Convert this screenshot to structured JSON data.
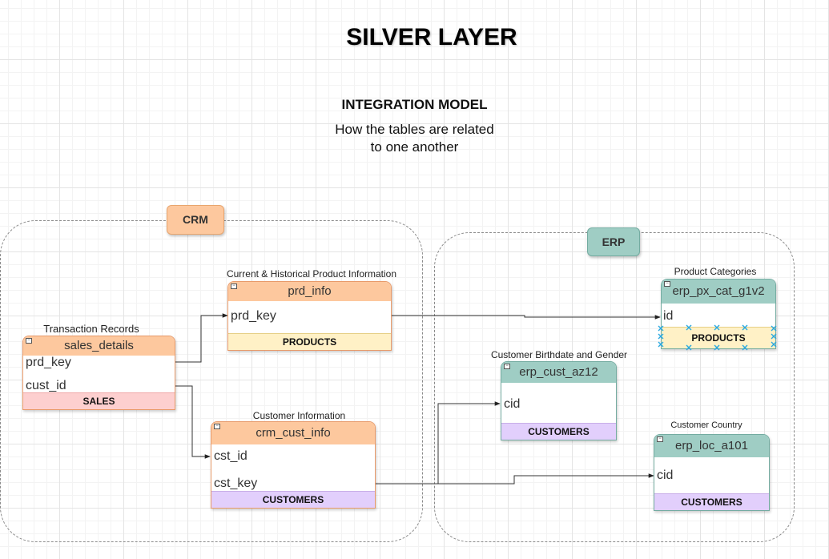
{
  "title": "SILVER LAYER",
  "subtitle": "INTEGRATION MODEL",
  "description_lines": [
    "How the tables are related",
    "to one another"
  ],
  "groups": {
    "crm": "CRM",
    "erp": "ERP"
  },
  "colors": {
    "crm_header": "#fdc89e",
    "erp_header": "#9fcdc4",
    "sales_footer": "#fdcfcf",
    "products_footer": "#fff1c6",
    "customers_footer": "#e2cffc"
  },
  "tables": {
    "sales_details": {
      "caption": "Transaction Records",
      "name": "sales_details",
      "fields": [
        "prd_key",
        "cust_id"
      ],
      "footer": "SALES"
    },
    "prd_info": {
      "caption": "Current & Historical Product Information",
      "name": "prd_info",
      "fields": [
        "prd_key"
      ],
      "footer": "PRODUCTS"
    },
    "crm_cust_info": {
      "caption": "Customer Information",
      "name": "crm_cust_info",
      "fields": [
        "cst_id",
        "cst_key"
      ],
      "footer": "CUSTOMERS"
    },
    "erp_px_cat_g1v2": {
      "caption": "Product Categories",
      "name": "erp_px_cat_g1v2",
      "fields": [
        "id"
      ],
      "footer": "PRODUCTS"
    },
    "erp_cust_az12": {
      "caption": "Customer Birthdate and Gender",
      "name": "erp_cust_az12",
      "fields": [
        "cid"
      ],
      "footer": "CUSTOMERS"
    },
    "erp_loc_a101": {
      "caption": "Customer Country",
      "name": "erp_loc_a101",
      "fields": [
        "cid"
      ],
      "footer": "CUSTOMERS"
    }
  }
}
